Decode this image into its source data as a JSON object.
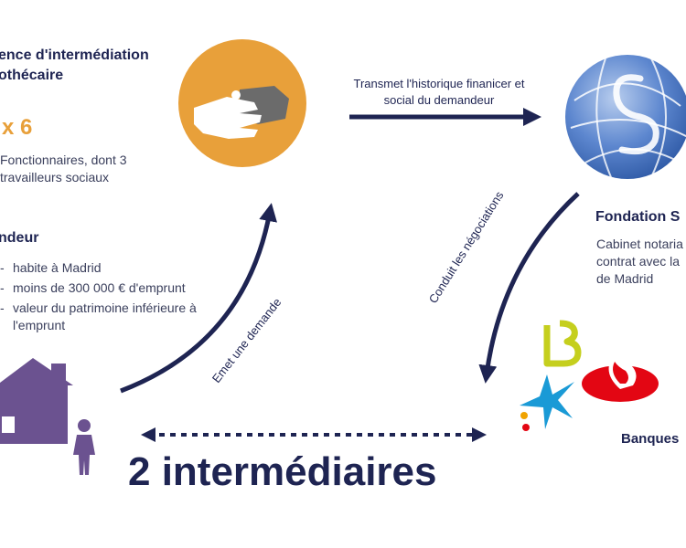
{
  "agency": {
    "title_line1": "ence d'intermédiation",
    "title_line2": "othécaire",
    "count": "x 6",
    "description": "Fonctionnaires, dont 3 travailleurs sociaux"
  },
  "demandeur": {
    "title": "ndeur",
    "bullets": [
      "habite à Madrid",
      "moins de 300 000 € d'emprunt",
      "valeur du patrimoine inférieure à l'emprunt"
    ]
  },
  "fondation": {
    "title": "Fondation S",
    "description": "Cabinet notaria contrat avec la de Madrid"
  },
  "banques": {
    "title": "Banques"
  },
  "arrows": {
    "transmet": "Transmet l'historique finanicer et social du demandeur",
    "conduit": "Conduit les négociations",
    "emet": "Emet une demande"
  },
  "center_title": "2 intermédiaires",
  "colors": {
    "navy": "#1e2452",
    "orange": "#e8a03a",
    "purple": "#6b5290",
    "globe_blue": "#4a78c4",
    "santander_red": "#e30613",
    "caixa_blue": "#1a9ad6",
    "caixa_yellow": "#c5cf1e"
  },
  "icons": [
    "handshake-icon",
    "globe-icon",
    "house-icon",
    "person-icon",
    "caixa-star-icon",
    "caixa-b-icon",
    "santander-flame-icon"
  ]
}
